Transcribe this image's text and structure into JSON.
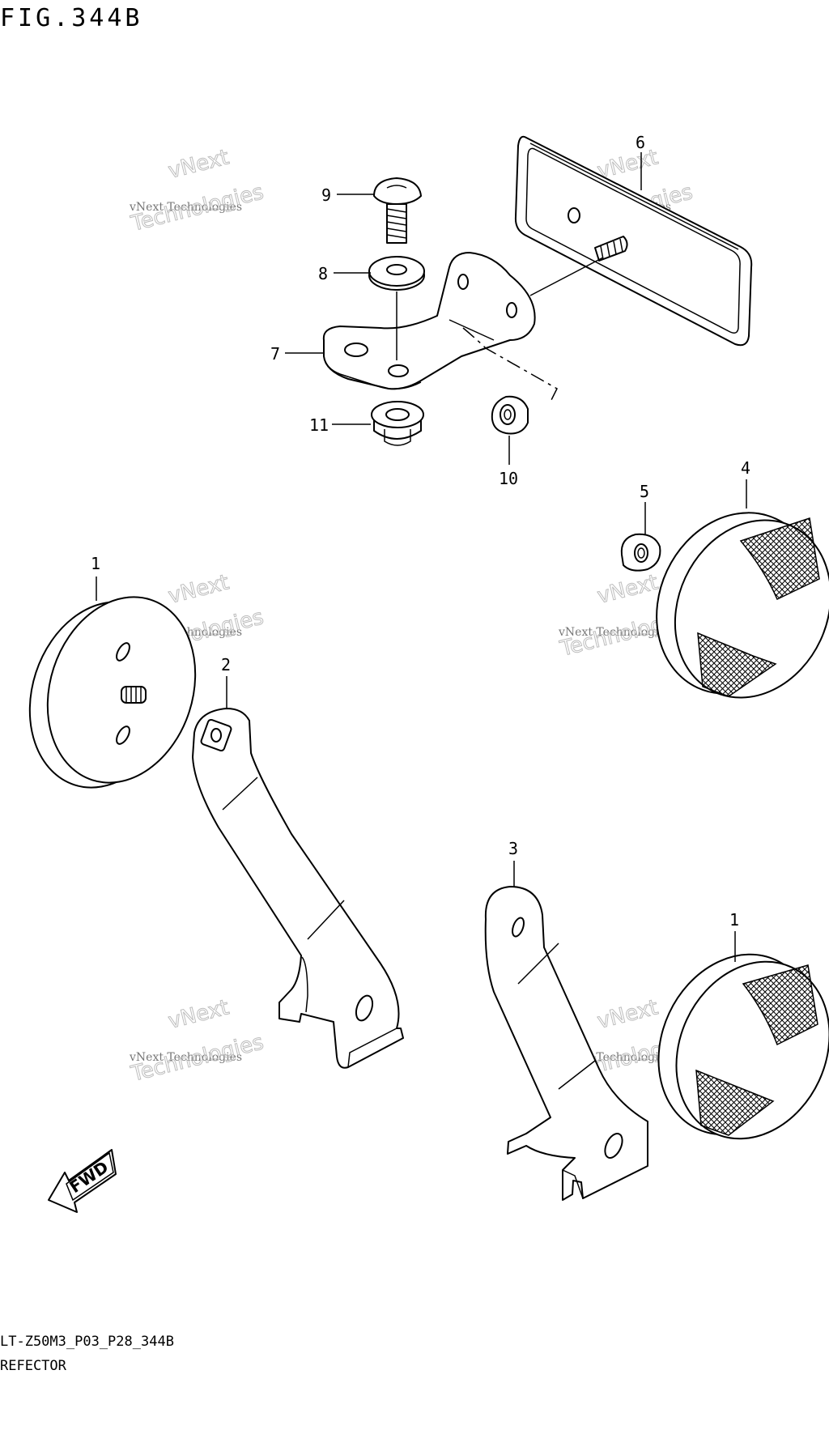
{
  "figure": {
    "title": "FIG.344B",
    "code": "LT-Z50M3_P03_P28_344B",
    "name": "REFECTOR"
  },
  "callouts": [
    "1",
    "2",
    "3",
    "4",
    "5",
    "6",
    "7",
    "8",
    "9",
    "10",
    "11",
    "1"
  ],
  "watermark": {
    "line1": "vNext",
    "line2": "vNext Technologies",
    "line3": "Technologies"
  },
  "fwd_label": "FWD"
}
